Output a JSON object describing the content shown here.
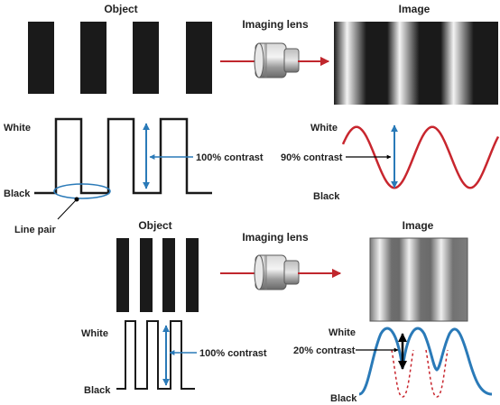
{
  "colors": {
    "bar": "#1a1a1a",
    "square_wave": "#1a1a1a",
    "contrast_arrow": "#2a7ab8",
    "ray_arrow": "#c0272d",
    "image_90_wave": "#c8262e",
    "image_20_wave": "#2a7ab8",
    "dashed": "#c8262e",
    "pointer": "#000000",
    "lens_body": "#9c9c9c"
  },
  "top": {
    "object_label": "Object",
    "lens_label": "Imaging lens",
    "image_label": "Image",
    "white_label": "White",
    "black_label": "Black",
    "object_contrast_label": "100% contrast",
    "image_white_label": "White",
    "image_black_label": "Black",
    "image_contrast_label": "90% contrast",
    "image_contrast_percent": 90,
    "line_pair_label": "Line pair"
  },
  "bottom": {
    "object_label": "Object",
    "lens_label": "Imaging lens",
    "image_label": "Image",
    "white_label": "White",
    "black_label": "Black",
    "object_contrast_label": "100% contrast",
    "image_white_label": "White",
    "image_black_label": "Black",
    "image_contrast_label": "20% contrast",
    "image_contrast_percent": 20
  },
  "icons": {
    "lens": "camera-lens-icon"
  }
}
